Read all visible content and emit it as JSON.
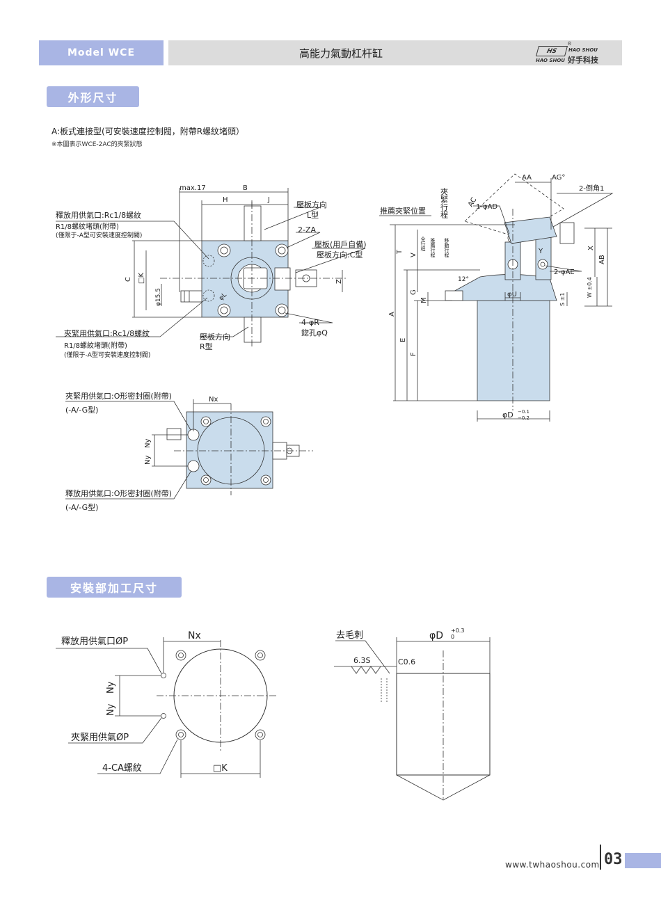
{
  "header": {
    "model": "Model WCE",
    "title": "高能力氣動杠杆缸",
    "logo_mark": "HS",
    "logo_en_top": "HAO SHOU",
    "logo_en_bottom": "HAO SHOU",
    "logo_cn": "好手科技",
    "registered": "®"
  },
  "section1": {
    "badge": "外形尺寸",
    "subtitle": "A:板式連接型(可安裝速度控制閥，附帶R螺紋堵頭）",
    "note": "※本圖表示WCE-2AC的夾緊狀態"
  },
  "top_view": {
    "max17": "max.17",
    "B": "B",
    "H": "H",
    "J": "J",
    "release_port": "釋放用供氣口:Rc1/8螺紋",
    "plug": "R1/8螺紋堵頭(附帶)",
    "plug_note": "(僅限于-A型可安裝速度控制閥)",
    "lever_L": "壓板方向",
    "lever_L2": "L型",
    "ZA": "2-ZA",
    "lever_user": "壓板(用戶自備)",
    "lever_C": "壓板方向:C型",
    "C": "C",
    "K": "□K",
    "phi155": "φ15.5",
    "phiL": "φL",
    "Z": "Z",
    "clamp_port": "夾緊用供氣口:Rc1/8螺紋",
    "plug_b": "R1/8螺紋堵頭(附帶)",
    "plug_note_b": "(僅限于-A型可安裝速度控制閥)",
    "lever_R": "壓板方向",
    "lever_R2": "R型",
    "R": "4-φR",
    "Q": "鍃孔φQ"
  },
  "bottom_view": {
    "clamp_oring": "夾緊用供氣口:O形密封圈(附帶)",
    "clamp_type": "(-A/-G型)",
    "Nx": "Nx",
    "Ny1": "Ny",
    "Ny2": "Ny",
    "release_oring": "釋放用供氣口:O形密封圈(附帶)",
    "release_type": "(-A/-G型)"
  },
  "side_view": {
    "AA": "AA",
    "AG": "AG°",
    "chamfer": "2-倒角1",
    "clamp_stroke": "夾緊行程",
    "AC": "AC",
    "AD": "1-φAD",
    "rec_pos": "推薦夾緊位置",
    "full_stroke": "全行程",
    "rec_stroke": "推薦行程",
    "move_stroke": "移動行程",
    "T": "T",
    "V": "V",
    "Y": "Y",
    "X": "X",
    "AB": "AB",
    "AE": "2-φAE",
    "angle12": "12°",
    "G": "G",
    "M": "M",
    "U": "φU",
    "S": "S ±1",
    "W": "W ±0.4",
    "A": "A",
    "E": "E",
    "F": "F",
    "D": "φD",
    "D_tol_top": "−0.1",
    "D_tol_bot": "−0.2"
  },
  "section2": {
    "badge": "安裝部加工尺寸"
  },
  "mount": {
    "Nx": "Nx",
    "release": "釋放用供氣口ØP",
    "Ny1": "Ny",
    "Ny2": "Ny",
    "clamp": "夾緊用供氣ØP",
    "CA": "4-CA螺紋",
    "K": "□K"
  },
  "bore": {
    "deburr": "去毛刺",
    "D": "φD",
    "tol_top": "+0.3",
    "tol_bot": "0",
    "rough": "6.3S",
    "chamfer": "C0.6"
  },
  "footer": {
    "url": "www.twhaoshou.com",
    "page": "03"
  },
  "colors": {
    "accent": "#a9b5e4",
    "part_fill": "#c9dcec",
    "header_bar": "#dcdcdc"
  }
}
